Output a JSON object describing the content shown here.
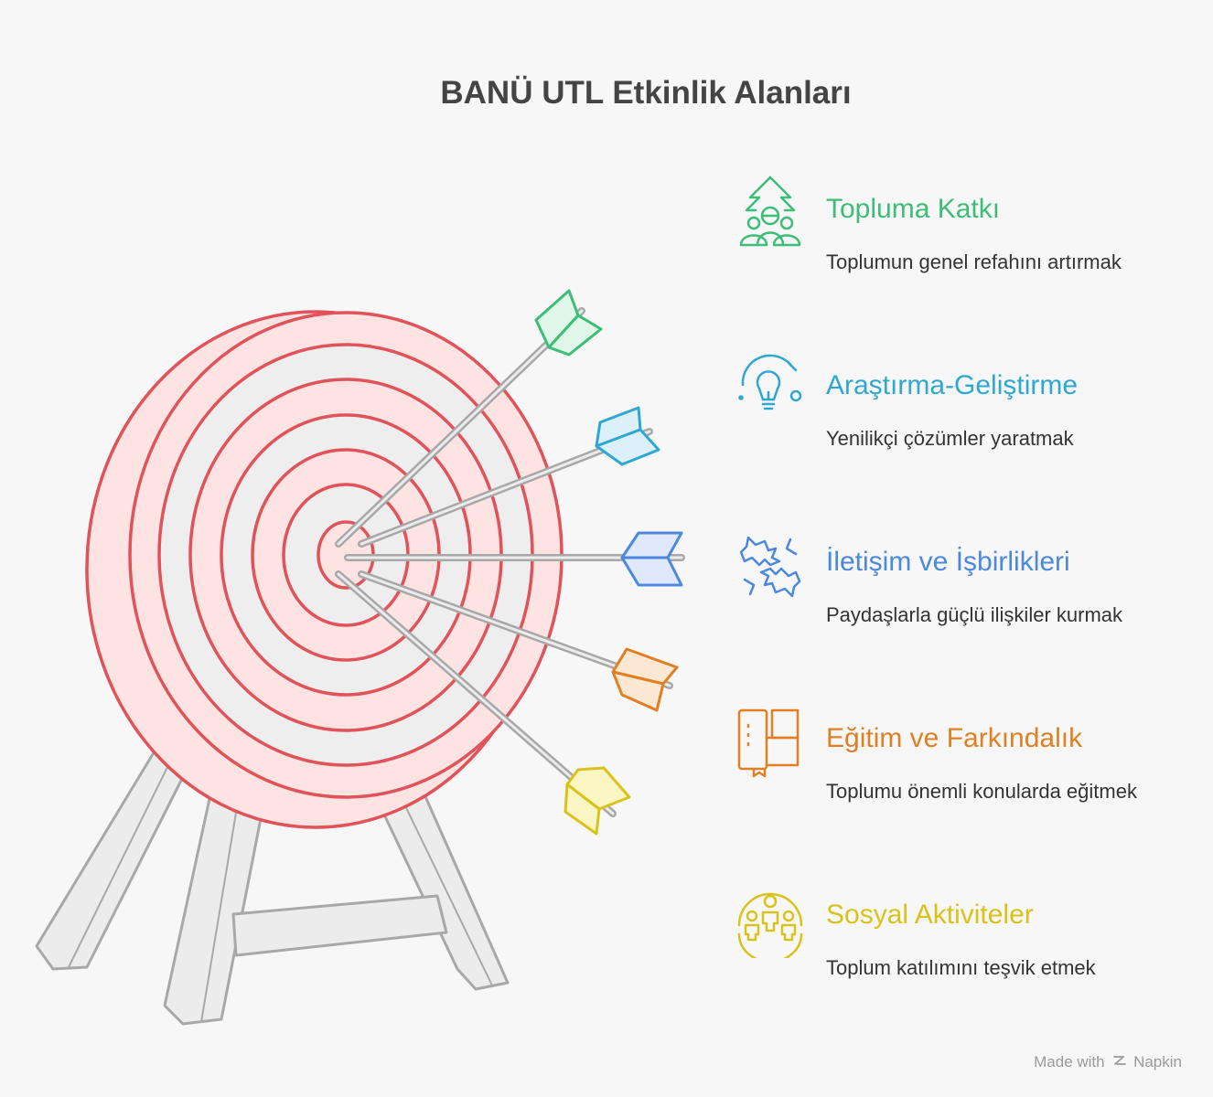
{
  "title": "BANÜ UTL Etkinlik Alanları",
  "items": [
    {
      "label": "Topluma Katkı",
      "desc": "Toplumun genel refahını artırmak",
      "color": "#3dbd77",
      "icon": "community-growth-icon"
    },
    {
      "label": "Araştırma-Geliştirme",
      "desc": "Yenilikçi çözümler yaratmak",
      "color": "#2ea8d2",
      "icon": "lightbulb-icon"
    },
    {
      "label": "İletişim ve İşbirlikleri",
      "desc": "Paydaşlarla güçlü ilişkiler kurmak",
      "color": "#4c88dd",
      "icon": "handshake-icon"
    },
    {
      "label": "Eğitim ve Farkındalık",
      "desc": "Toplumu önemli konularda eğitmek",
      "color": "#e07f24",
      "icon": "books-icon"
    },
    {
      "label": "Sosyal Aktiviteler",
      "desc": "Toplum katılımını teşvik etmek",
      "color": "#d9c21a",
      "icon": "group-icon"
    }
  ],
  "footer": {
    "made_with": "Made with",
    "brand": "Napkin"
  }
}
